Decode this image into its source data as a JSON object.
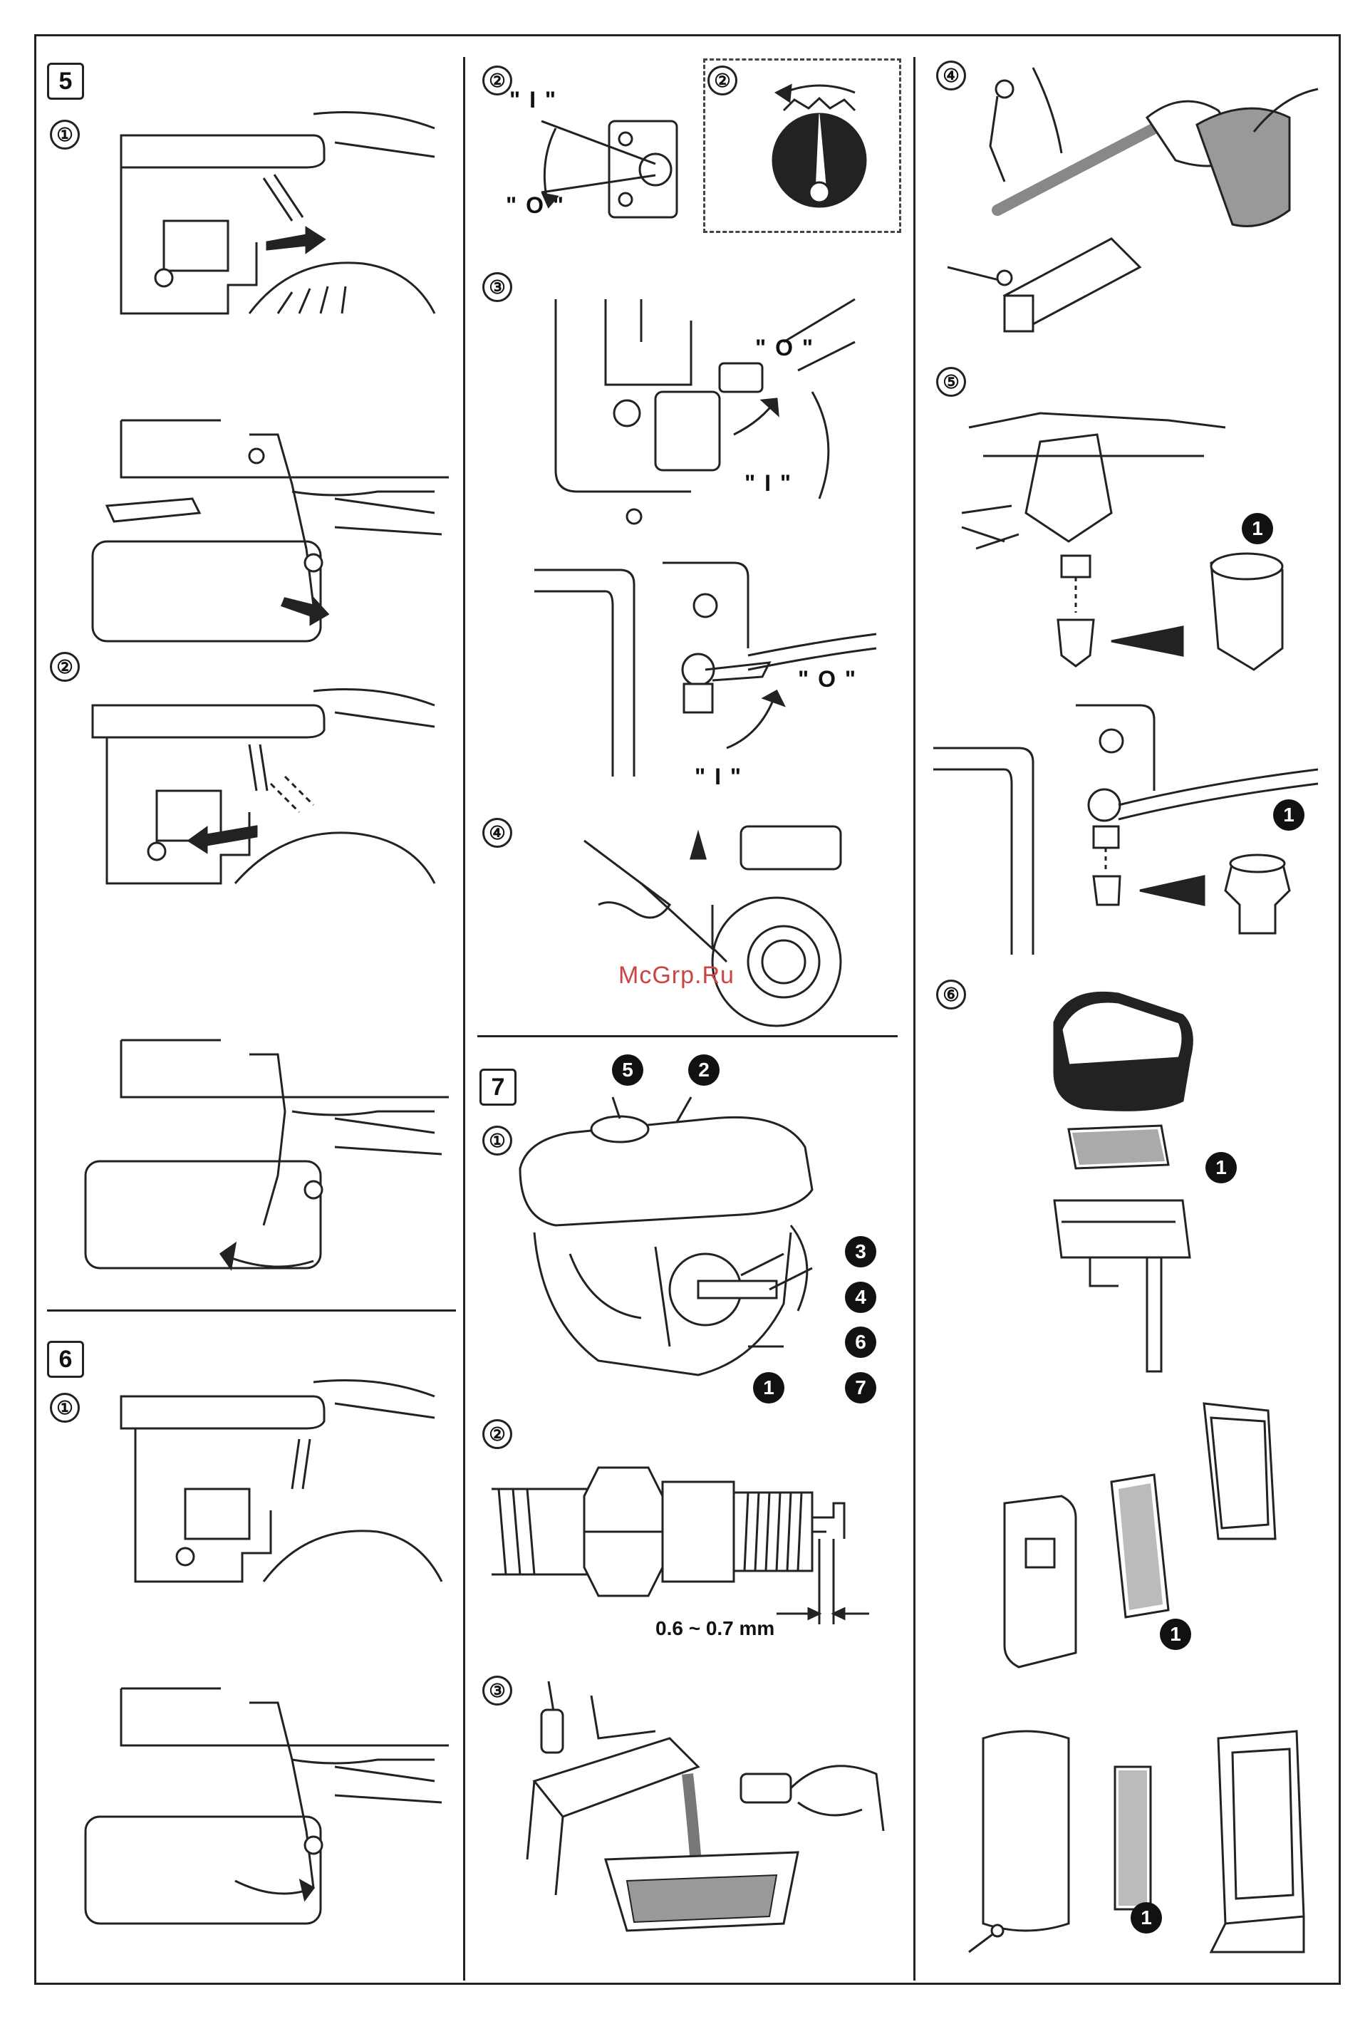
{
  "watermark": "McGrp.Ru",
  "sections": {
    "s5": {
      "number": "5",
      "steps": [
        "①",
        "②"
      ]
    },
    "s6_left": {
      "number": "6",
      "steps": [
        "①"
      ]
    },
    "mid_top": {
      "steps": [
        "②",
        "②",
        "③",
        "④"
      ],
      "switch_labels": {
        "on": "\" I \"",
        "off": "\" O \""
      },
      "fuel_valve_labels": {
        "off": "\" O \"",
        "on": "\" I \""
      }
    },
    "s7": {
      "number": "7",
      "steps": [
        "①",
        "②",
        "③"
      ],
      "callouts": [
        "5",
        "2",
        "3",
        "4",
        "6",
        "1",
        "7"
      ],
      "plug_gap": "0.6 ~ 0.7 mm"
    },
    "right": {
      "steps": [
        "④",
        "⑤",
        "⑥"
      ],
      "callouts": [
        "1",
        "1",
        "1",
        "1",
        "1"
      ]
    }
  }
}
